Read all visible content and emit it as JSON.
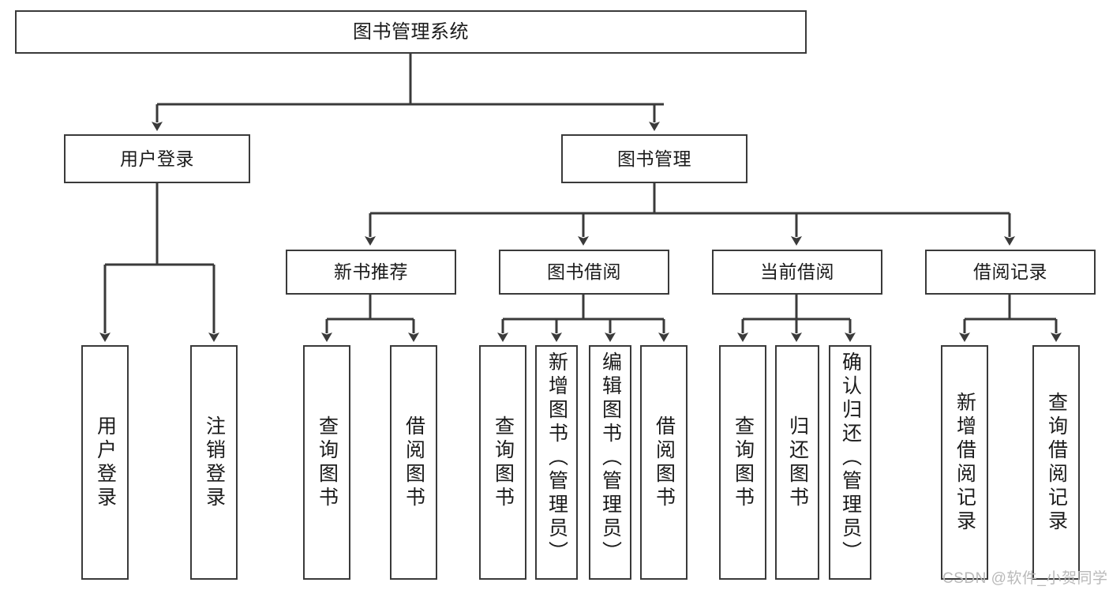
{
  "diagram": {
    "title": "图书管理系统",
    "type": "tree-hierarchy-diagram",
    "root": {
      "id": "root",
      "label": "图书管理系统"
    },
    "level2": [
      {
        "id": "user-login",
        "label": "用户登录"
      },
      {
        "id": "book-manage",
        "label": "图书管理"
      }
    ],
    "level3": [
      {
        "id": "new-book-recommend",
        "label": "新书推荐"
      },
      {
        "id": "book-borrow",
        "label": "图书借阅"
      },
      {
        "id": "current-borrow",
        "label": "当前借阅"
      },
      {
        "id": "borrow-record",
        "label": "借阅记录"
      }
    ],
    "leaves": {
      "user_login": [
        {
          "id": "leaf-user-login",
          "label": "用户登录"
        },
        {
          "id": "leaf-logout",
          "label": "注销登录"
        }
      ],
      "new_book_recommend": [
        {
          "id": "leaf-query-book-1",
          "label": "查询图书"
        },
        {
          "id": "leaf-borrow-book-1",
          "label": "借阅图书"
        }
      ],
      "book_borrow": [
        {
          "id": "leaf-query-book-2",
          "label": "查询图书"
        },
        {
          "id": "leaf-add-book",
          "label": "新增图书（管理员）"
        },
        {
          "id": "leaf-edit-book",
          "label": "编辑图书（管理员）"
        },
        {
          "id": "leaf-borrow-book-2",
          "label": "借阅图书"
        }
      ],
      "current_borrow": [
        {
          "id": "leaf-query-book-3",
          "label": "查询图书"
        },
        {
          "id": "leaf-return-book",
          "label": "归还图书"
        },
        {
          "id": "leaf-confirm-return",
          "label": "确认归还（管理员）"
        }
      ],
      "borrow_record": [
        {
          "id": "leaf-add-record",
          "label": "新增借阅记录"
        },
        {
          "id": "leaf-query-record",
          "label": "查询借阅记录"
        }
      ]
    }
  },
  "watermark": {
    "text": "CSDN @软件_小贺同学"
  },
  "colors": {
    "box_border": "#3a3a3a",
    "box_fill": "#ffffff",
    "connector": "#3a3a3a",
    "text": "#1b1b1b",
    "watermark": "#b9b9b9",
    "background": "#ffffff"
  }
}
